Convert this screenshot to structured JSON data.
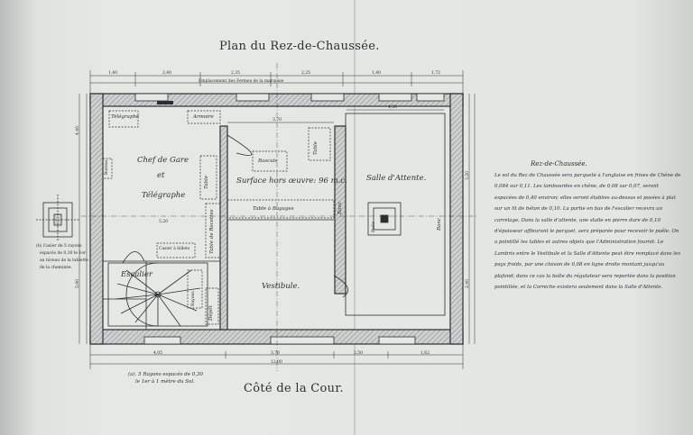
{
  "plan": {
    "title": "Plan du Rez-de-Chaussée.",
    "footer_title": "Côté de la Cour."
  },
  "rooms": {
    "chef_line1": "Chef de Gare",
    "chef_line2": "et",
    "chef_line3": "Télégraphe",
    "salle": "Salle d'Attente.",
    "surface": "Surface hors œuvre: 96 m.c.",
    "vestibule": "Vestibule.",
    "escalier": "Escalier"
  },
  "labels": {
    "telegraphe": "Télégraphe",
    "armoire": "Armoire",
    "table": "Table",
    "table_vert": "Table",
    "bascule": "Bascule",
    "table_bagages": "Table à Bagages",
    "table_recettes": "Table de Recettes",
    "casier_billets": "Casier à billets",
    "banc1": "Banc",
    "banc2": "Banc",
    "depot": "Dépôt",
    "bureau": "Bureau",
    "rayons": "Rayons",
    "poele": "Poële",
    "fermes": "Emplacement des Fermes de la marquise"
  },
  "notes": {
    "b_line1": "(b) Casier de 5 rayons",
    "b_line2": "espacés de 0,30 le 1er",
    "b_line3": "au niveau de la tablette",
    "b_line4": "de la cheminée.",
    "a_line1": "(a). 5 Rayons espacés de 0,30",
    "a_line2": "le 1er à 1 mètre du Sol."
  },
  "description": {
    "heading": "Rez-de-Chaussée.",
    "body": "Le sol du Rez de Chaussée sera parqueté à l'anglaise en frises de Chêne de 0,084 sur 0,11. Les lambourdes en chêne, de 0,08 sur 0,07, seront espacées de 0,40 environ; elles seront établies au-dessus et posées à plat sur un lit de béton de 0,10. La partie en bas de l'escalier recevra un carrelage. Dans la salle d'attente, une stalle en pierre dure de 0,10 d'épaisseur affleurant le parquet, sera préparée pour recevoir le poêle. On a pointillé les tables et autres objets que l'Administration fournit. Le Lambris entre le Vestibule et la Salle d'Attente peut être remplacé dans les pays froids, par une cloison de 0,08 en ligne droite montant jusqu'au plafond; dans ce cas la boîte du régulateur sera reportée dans la position pointillée, et la Corniche existera seulement dans la Salle d'Attente."
  },
  "dimensions": {
    "top1": "1,40",
    "top2": "2,40",
    "top3": "2,35",
    "top4": "2,25",
    "top5": "1,40",
    "top6": "1,72",
    "inner1": "3,70",
    "inner2": "4,30",
    "inner3": "5,20",
    "bot1": "4,05",
    "bot2": "3,70",
    "bot3": "2,50",
    "bot4": "1,62",
    "bot_total": "12,00",
    "side1": "4,40",
    "side2": "5,90",
    "side3": "3,20",
    "side4": "2,40"
  },
  "colors": {
    "ink": "#2b2f33",
    "paper": "#e4e7e3",
    "wall_fill": "#c9cdcb"
  }
}
